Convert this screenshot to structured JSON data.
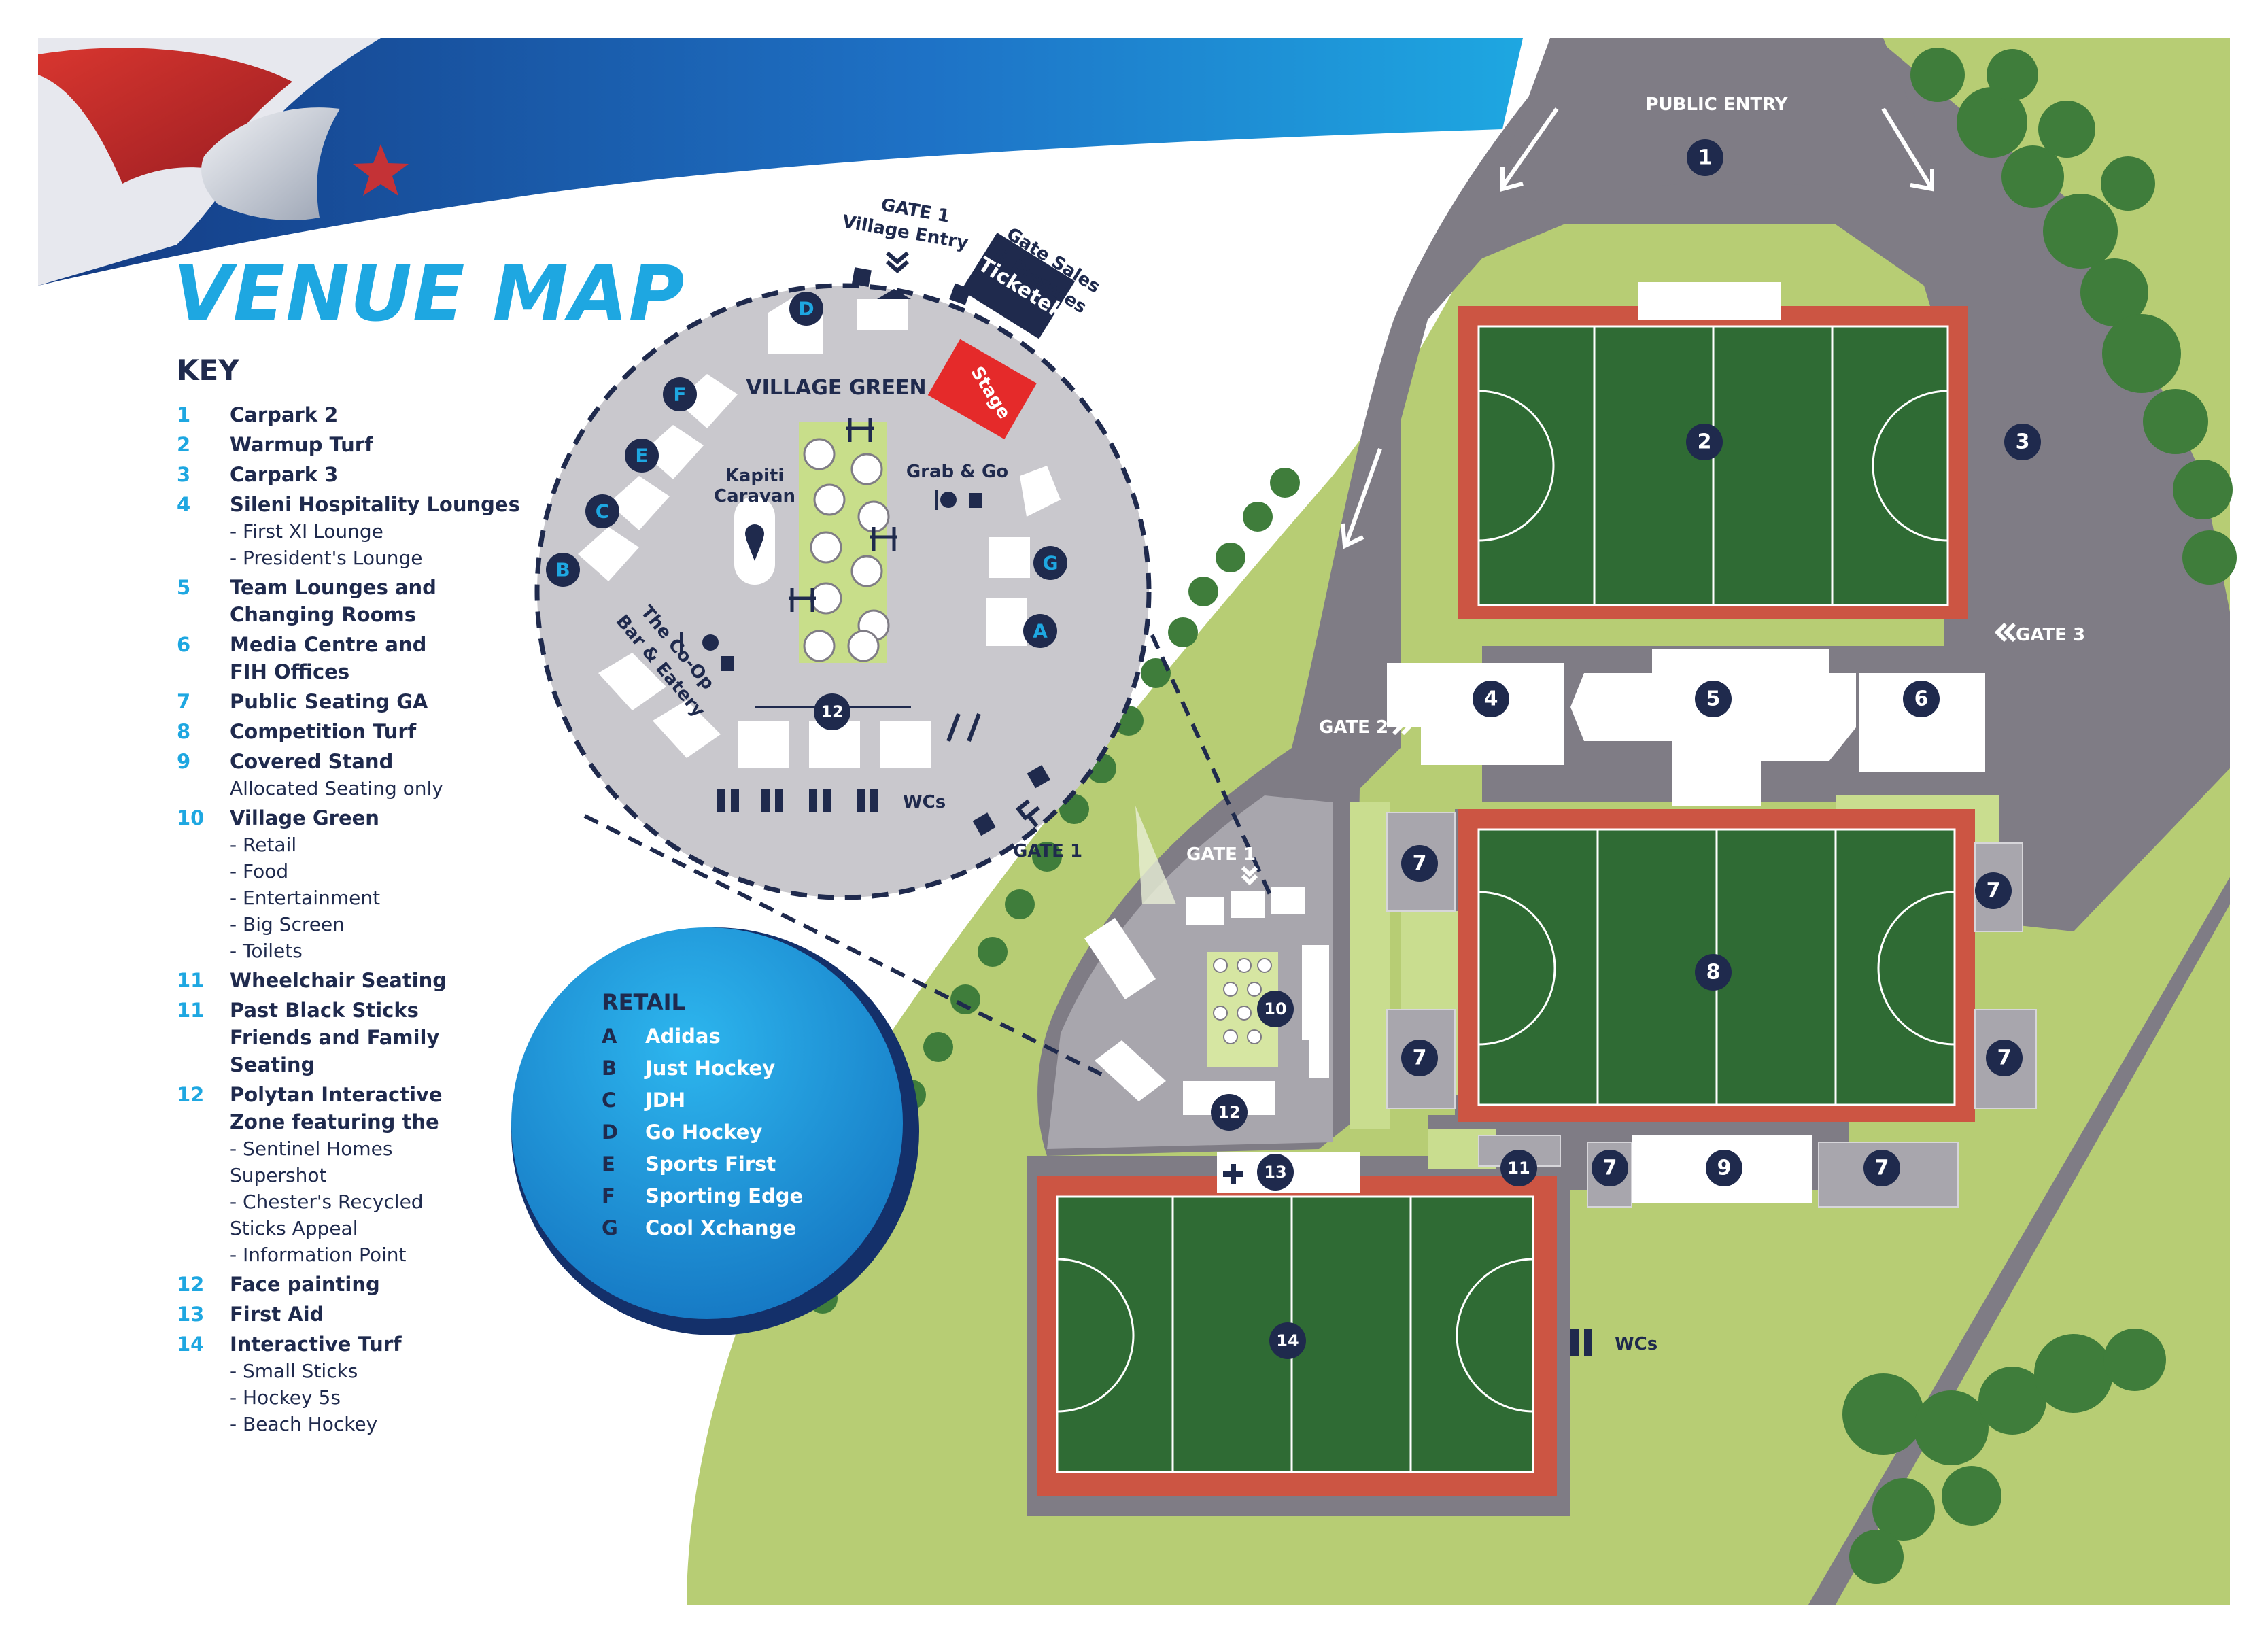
{
  "title": "VENUE MAP",
  "key": {
    "heading": "KEY",
    "items": [
      {
        "num": "1",
        "label": "Carpark 2",
        "sub": ""
      },
      {
        "num": "2",
        "label": "Warmup Turf",
        "sub": ""
      },
      {
        "num": "3",
        "label": "Carpark 3",
        "sub": ""
      },
      {
        "num": "4",
        "label": "Sileni Hospitality Lounges",
        "sub": "- First XI Lounge\n- President's Lounge"
      },
      {
        "num": "5",
        "label": "Team Lounges and\nChanging Rooms",
        "sub": ""
      },
      {
        "num": "6",
        "label": "Media Centre and\nFIH Offices",
        "sub": ""
      },
      {
        "num": "7",
        "label": "Public Seating GA",
        "sub": ""
      },
      {
        "num": "8",
        "label": "Competition Turf",
        "sub": ""
      },
      {
        "num": "9",
        "label": "Covered Stand",
        "sub": "Allocated Seating only"
      },
      {
        "num": "10",
        "label": "Village Green",
        "sub": "- Retail\n- Food\n- Entertainment\n- Big Screen\n- Toilets"
      },
      {
        "num": "11",
        "label": "Wheelchair Seating",
        "sub": ""
      },
      {
        "num": "11",
        "label": "Past Black Sticks\nFriends and Family\nSeating",
        "sub": ""
      },
      {
        "num": "12",
        "label": "Polytan Interactive\nZone featuring the",
        "sub": "- Sentinel Homes\n  Supershot\n- Chester's Recycled\n  Sticks Appeal\n- Information Point"
      },
      {
        "num": "12",
        "label": "Face painting",
        "sub": ""
      },
      {
        "num": "13",
        "label": "First Aid",
        "sub": ""
      },
      {
        "num": "14",
        "label": "Interactive Turf",
        "sub": "- Small Sticks\n- Hockey 5s\n- Beach Hockey"
      }
    ]
  },
  "retail": {
    "heading": "RETAIL",
    "items": [
      {
        "letter": "A",
        "name": "Adidas"
      },
      {
        "letter": "B",
        "name": "Just Hockey"
      },
      {
        "letter": "C",
        "name": "JDH"
      },
      {
        "letter": "D",
        "name": "Go Hockey"
      },
      {
        "letter": "E",
        "name": "Sports First"
      },
      {
        "letter": "F",
        "name": "Sporting Edge"
      },
      {
        "letter": "G",
        "name": "Cool Xchange"
      }
    ]
  },
  "map_labels": {
    "public_entry": "PUBLIC ENTRY",
    "gate1": "GATE 1",
    "gate1_village_l1": "GATE 1",
    "gate1_village_l2": "Village Entry",
    "gate1_lower": "GATE 1",
    "gate2": "GATE 2",
    "gate3": "GATE 3",
    "gate_sales_l1": "Gate Sales",
    "gate_sales_l2": "& Presales",
    "ticketek": "Ticketek",
    "village_green": "VILLAGE GREEN",
    "stage": "Stage",
    "kapiti_l1": "Kapiti",
    "kapiti_l2": "Caravan",
    "grab_go": "Grab & Go",
    "coop_l1": "The Co-Op",
    "coop_l2": "Bar & Eatery",
    "wcs": "WCs",
    "wcs2": "WCs"
  },
  "markers": {
    "m1": "1",
    "m2": "2",
    "m3": "3",
    "m4": "4",
    "m5": "5",
    "m6": "6",
    "m7a": "7",
    "m7b": "7",
    "m7c": "7",
    "m7d": "7",
    "m7e": "7",
    "m7f": "7",
    "m8": "8",
    "m9": "9",
    "m10": "10",
    "m11": "11",
    "m12a": "12",
    "m12b": "12",
    "m13": "13",
    "m14": "14",
    "rA": "A",
    "rB": "B",
    "rC": "C",
    "rD": "D",
    "rE": "E",
    "rF": "F",
    "rG": "G"
  },
  "colors": {
    "accent_blue": "#1ea7e1",
    "navy": "#1f2a4d",
    "grass": "#b7cd74",
    "turf": "#2f6b34",
    "track": "#cc5543",
    "road": "#7f7c85",
    "stage": "#e52a2a"
  }
}
